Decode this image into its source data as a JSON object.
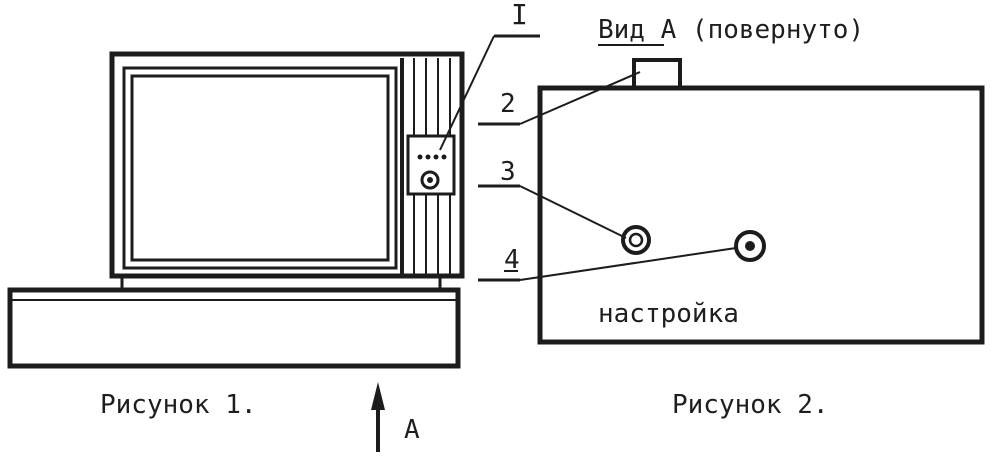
{
  "figure1": {
    "caption": "Рисунок 1.",
    "callout": "I",
    "view_arrow_label": "А"
  },
  "figure2": {
    "view_title": "Вид А (повернуто)",
    "callouts": [
      "2",
      "3",
      "4"
    ],
    "panel_text": "настройка",
    "caption": "Рисунок 2."
  },
  "colors": {
    "ink": "#1c1c1c",
    "paper": "#ffffff"
  }
}
